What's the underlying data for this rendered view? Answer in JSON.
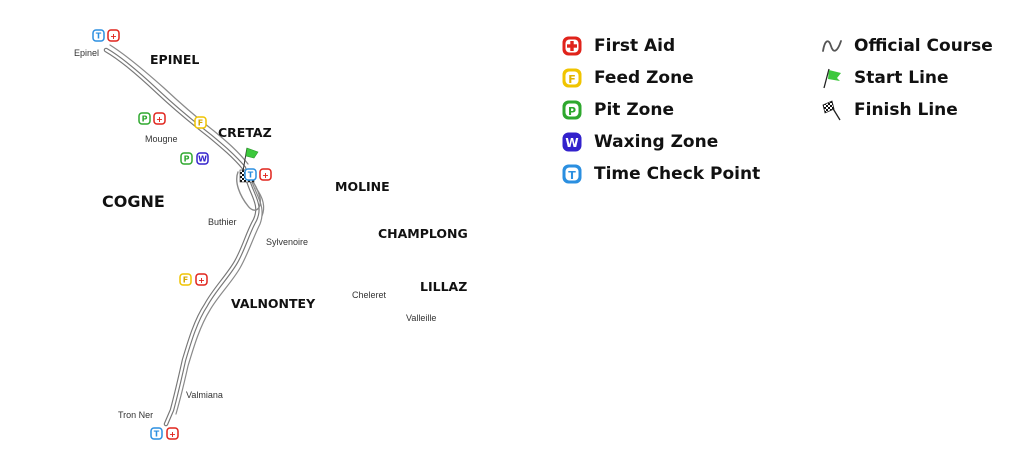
{
  "map": {
    "regions": {
      "cogne": "COGNE",
      "epinel": "EPINEL",
      "cretaz": "CRETAZ",
      "moline": "MOLINE",
      "champlong": "CHAMPLONG",
      "lillaz": "LILLAZ",
      "valnontey": "VALNONTEY"
    },
    "places": {
      "epinel": "Epinel",
      "mougne": "Mougne",
      "buthier": "Buthier",
      "sylvenoire": "Sylvenoire",
      "cheleret": "Cheleret",
      "valleille": "Valleille",
      "valmiana": "Valmiana",
      "tron_ner": "Tron Ner"
    },
    "badge_letters": {
      "time_check": "T",
      "feed": "F",
      "pit": "P",
      "waxing": "W",
      "first_aid": "+"
    }
  },
  "legend": {
    "first_aid": "First Aid",
    "feed_zone": "Feed Zone",
    "pit_zone": "Pit Zone",
    "waxing_zone": "Waxing Zone",
    "time_check": "Time Check Point",
    "official_course": "Official Course",
    "start_line": "Start Line",
    "finish_line": "Finish Line"
  },
  "colors": {
    "first_aid": "#e0231b",
    "feed_zone": "#f0c400",
    "pit_zone": "#2ea82e",
    "waxing_zone": "#3322cc",
    "time_check": "#2b8fe0",
    "course": "#9a9a9a",
    "start_flag": "#3cc83c"
  }
}
